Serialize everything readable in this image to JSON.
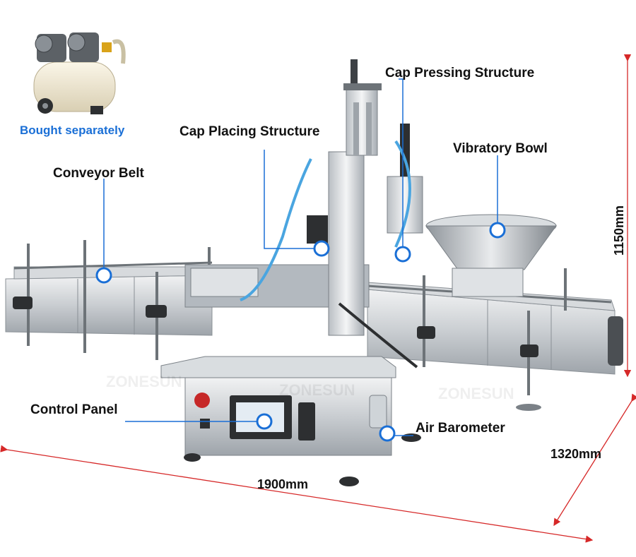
{
  "labels": {
    "bought_separately": "Bought separately",
    "cap_pressing": "Cap Pressing Structure",
    "cap_placing": "Cap Placing Structure",
    "vibratory_bowl": "Vibratory Bowl",
    "conveyor_belt": "Conveyor Belt",
    "control_panel": "Control Panel",
    "air_barometer": "Air Barometer"
  },
  "dimensions": {
    "length": "1900mm",
    "width": "1320mm",
    "height": "1150mm"
  },
  "watermark": "ZONESUN",
  "colors": {
    "callout_blue": "#1a6fd6",
    "dimension_red": "#d62828",
    "text_dark": "#111111"
  }
}
